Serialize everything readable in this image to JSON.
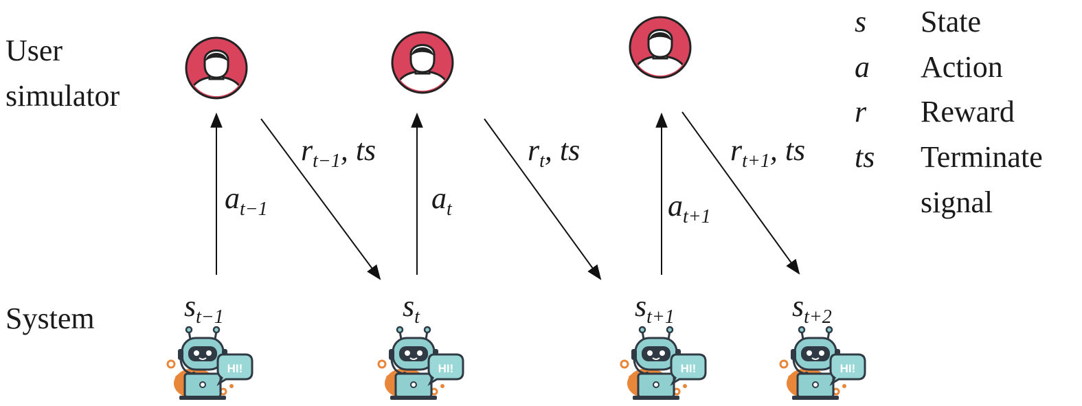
{
  "rows": {
    "user_label_line1": "User",
    "user_label_line2": "simulator",
    "system_label": "System"
  },
  "states": [
    {
      "base": "s",
      "sub": "t−1"
    },
    {
      "base": "s",
      "sub": "t"
    },
    {
      "base": "s",
      "sub": "t+1"
    },
    {
      "base": "s",
      "sub": "t+2"
    }
  ],
  "actions": [
    {
      "base": "a",
      "sub": "t−1"
    },
    {
      "base": "a",
      "sub": "t"
    },
    {
      "base": "a",
      "sub": "t+1"
    }
  ],
  "feedback": [
    {
      "base": "r",
      "sub": "t−1",
      "tail": ", ts"
    },
    {
      "base": "r",
      "sub": "t",
      "tail": ", ts"
    },
    {
      "base": "r",
      "sub": "t+1",
      "tail": ", ts"
    }
  ],
  "legend": [
    {
      "symbol": "s",
      "label": "State"
    },
    {
      "symbol": "a",
      "label": "Action"
    },
    {
      "symbol": "r",
      "label": "Reward"
    },
    {
      "symbol": "ts",
      "label": "Terminate"
    }
  ],
  "legend_extra_line": "signal",
  "robot_badge": "HI!",
  "colors": {
    "user_icon": "#d9445c",
    "robot_body": "#8fcfcf",
    "robot_face": "#2f3a44",
    "robot_splash": "#e8863a",
    "robot_badge": "#9ad8d8",
    "line": "#111111"
  }
}
